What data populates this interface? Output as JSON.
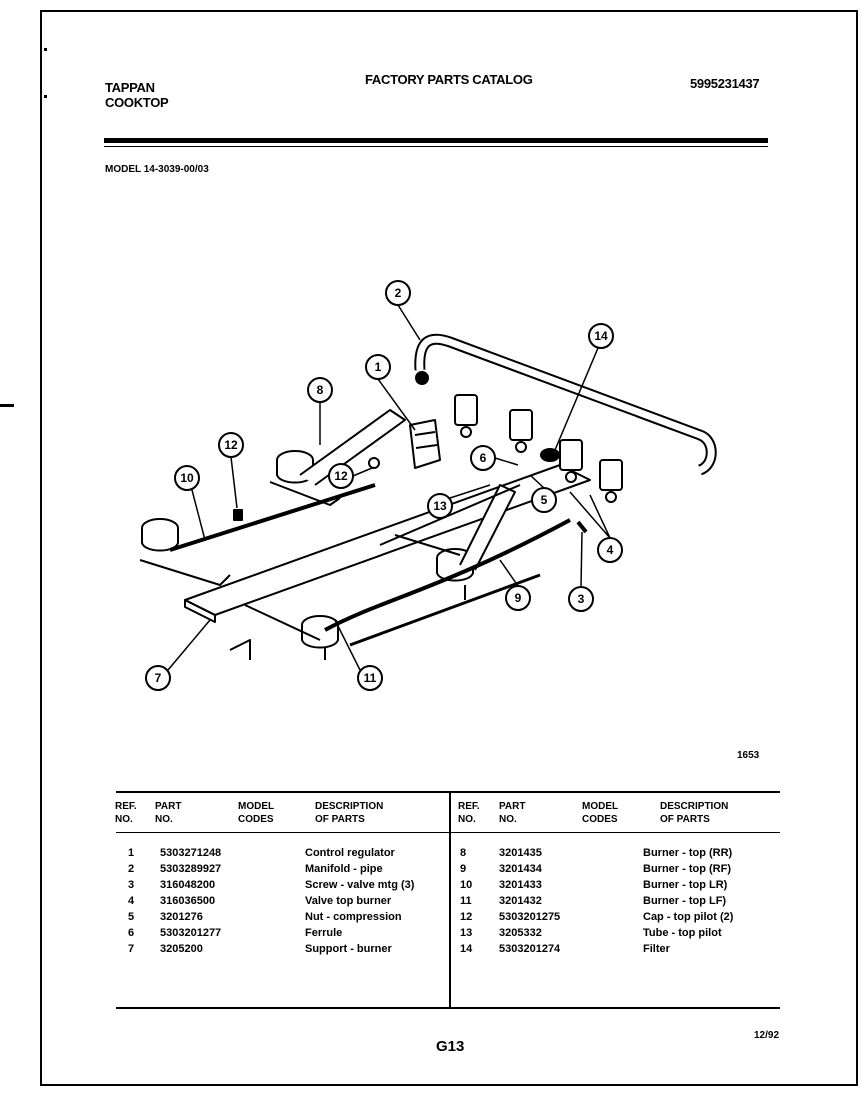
{
  "header": {
    "brand_line1": "TAPPAN",
    "brand_line2": "COOKTOP",
    "catalog_title": "FACTORY PARTS CATALOG",
    "catalog_number": "5995231437",
    "model": "MODEL 14-3039-00/03"
  },
  "diagram": {
    "callouts": [
      "1",
      "2",
      "3",
      "4",
      "5",
      "6",
      "7",
      "8",
      "9",
      "10",
      "11",
      "12",
      "12",
      "13",
      "14"
    ],
    "figure_number": "1653"
  },
  "table": {
    "headers_left": {
      "ref": "REF.\nNO.",
      "part": "PART\nNO.",
      "model": "MODEL\nCODES",
      "desc": "DESCRIPTION\nOF PARTS"
    },
    "headers_right": {
      "ref": "REF.\nNO.",
      "part": "PART\nNO.",
      "model": "MODEL\nCODES",
      "desc": "DESCRIPTION\nOF PARTS"
    },
    "left_rows": [
      {
        "ref": "1",
        "part": "5303271248",
        "desc": "Control regulator"
      },
      {
        "ref": "2",
        "part": "5303289927",
        "desc": "Manifold - pipe"
      },
      {
        "ref": "3",
        "part": "316048200",
        "desc": "Screw - valve mtg  (3)"
      },
      {
        "ref": "4",
        "part": "316036500",
        "desc": "Valve top burner"
      },
      {
        "ref": "5",
        "part": "3201276",
        "desc": "Nut - compression"
      },
      {
        "ref": "6",
        "part": "5303201277",
        "desc": "Ferrule"
      },
      {
        "ref": "7",
        "part": "3205200",
        "desc": "Support - burner"
      }
    ],
    "right_rows": [
      {
        "ref": "8",
        "part": "3201435",
        "desc": "Burner - top (RR)"
      },
      {
        "ref": "9",
        "part": "3201434",
        "desc": "Burner - top (RF)"
      },
      {
        "ref": "10",
        "part": "3201433",
        "desc": "Burner - top LR)"
      },
      {
        "ref": "11",
        "part": "3201432",
        "desc": "Burner - top LF)"
      },
      {
        "ref": "12",
        "part": "5303201275",
        "desc": "Cap - top pilot (2)"
      },
      {
        "ref": "13",
        "part": "3205332",
        "desc": "Tube - top pilot"
      },
      {
        "ref": "14",
        "part": "5303201274",
        "desc": "Filter"
      }
    ]
  },
  "footer": {
    "page_code": "G13",
    "date": "12/92"
  }
}
